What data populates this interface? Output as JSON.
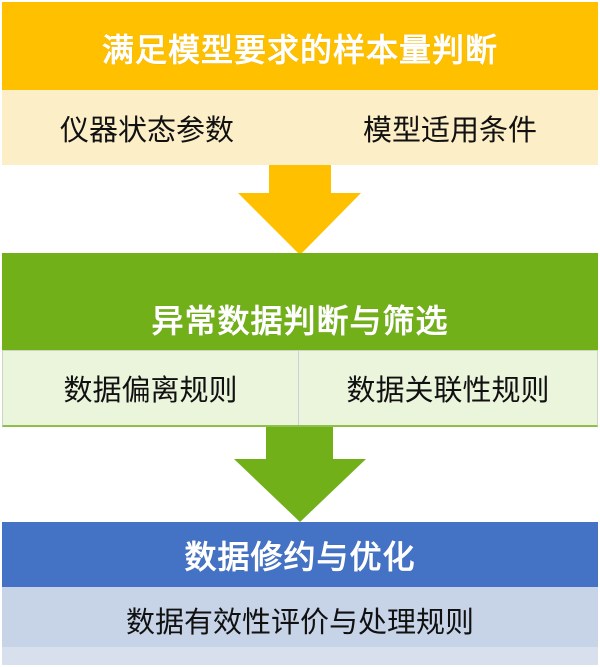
{
  "colors": {
    "stage1": "#FFC000",
    "stage1_light": "#FCEFC8",
    "stage2": "#72B01A",
    "stage2_light": "#EBF5DC",
    "stage3": "#4472C4",
    "stage3_light": "#C7D4E8"
  },
  "stages": [
    {
      "title": "满足模型要求的样本量判断",
      "items": [
        "仪器状态参数",
        "模型适用条件"
      ]
    },
    {
      "title": "异常数据判断与筛选",
      "items": [
        "数据偏离规则",
        "数据关联性规则"
      ]
    },
    {
      "title": "数据修约与优化",
      "items": [
        "数据有效性评价与处理规则"
      ]
    }
  ]
}
